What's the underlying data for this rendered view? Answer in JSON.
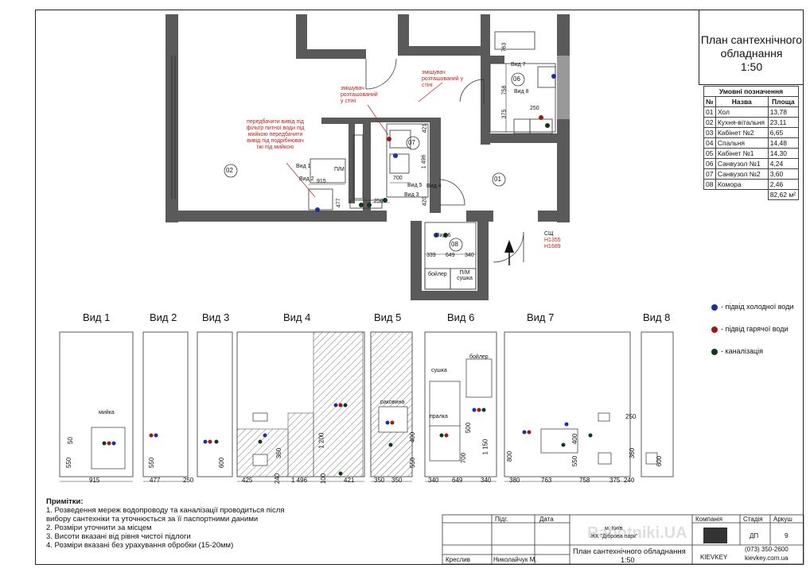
{
  "sheet": {
    "title_line1": "План сантехнічного",
    "title_line2": "обладнання",
    "scale": "1:50"
  },
  "legend_table": {
    "caption": "Умовні позначення",
    "headers": [
      "№",
      "Назва",
      "Площа"
    ],
    "rows": [
      [
        "01",
        "Хол",
        "13,78"
      ],
      [
        "02",
        "Кухня-вітальня",
        "23,11"
      ],
      [
        "03",
        "Кабінет №2",
        "6,65"
      ],
      [
        "04",
        "Спальня",
        "14,48"
      ],
      [
        "05",
        "Кабінет №1",
        "14,30"
      ],
      [
        "06",
        "Санвузол №1",
        "4,24"
      ],
      [
        "07",
        "Санвузол №2",
        "3,60"
      ],
      [
        "08",
        "Комора",
        "2,46"
      ]
    ],
    "total": "82,62 м²"
  },
  "symbols": [
    {
      "label": "- підвід холодної води",
      "color": "#1c2fa8"
    },
    {
      "label": "- підвід гарячої води",
      "color": "#9b1a14"
    },
    {
      "label": "- каналізація",
      "color": "#0f3a1a"
    }
  ],
  "plan": {
    "rooms": [
      "01",
      "02",
      "06",
      "07",
      "08"
    ],
    "notes_red": {
      "note1": "передбачити вивід під фільтр питної води під мийкою передбачити вивід під подрібнювач їжі під мийкою",
      "note2": "змішувач розташований у стіні",
      "note3": "змішувач розташований у стіні"
    },
    "view_marks": [
      "Вид 1",
      "Вид 2",
      "Вид 3",
      "Вид 4",
      "Вид 5",
      "Вид 6",
      "Вид 7",
      "Вид 8"
    ],
    "dims": [
      "915",
      "477",
      "700",
      "250",
      "1 496",
      "421",
      "420",
      "339",
      "649",
      "340",
      "763",
      "758",
      "375",
      "250"
    ],
    "labels": {
      "pm": "П/М",
      "boiler": "бойлер",
      "pm_dryer": "П/М сушка",
      "shaft": "СЩ",
      "h1": "Н1355",
      "h2": "Н1689"
    }
  },
  "views": [
    {
      "title": "Вид 1",
      "dims": [
        "915",
        "550",
        "50"
      ],
      "labels": [
        "мийка"
      ]
    },
    {
      "title": "Вид 2",
      "dims": [
        "477",
        "550"
      ],
      "labels": []
    },
    {
      "title": "Вид 3",
      "dims": [
        "250",
        "600"
      ],
      "labels": []
    },
    {
      "title": "Вид 4",
      "dims": [
        "425",
        "240",
        "1 496",
        "100",
        "421",
        "360",
        "1 200"
      ],
      "labels": []
    },
    {
      "title": "Вид 5",
      "dims": [
        "350",
        "350",
        "550",
        "400"
      ],
      "labels": [
        "раковина"
      ]
    },
    {
      "title": "Вид 6",
      "dims": [
        "340",
        "649",
        "340",
        "700",
        "1 150",
        "500"
      ],
      "labels": [
        "бойлер",
        "сушка",
        "пралка"
      ]
    },
    {
      "title": "Вид 7",
      "dims": [
        "380",
        "763",
        "758",
        "375",
        "800",
        "550",
        "400",
        "250"
      ],
      "labels": []
    },
    {
      "title": "Вид 8",
      "dims": [
        "240",
        "360",
        "600"
      ],
      "labels": []
    }
  ],
  "notes": {
    "heading": "Примітки:",
    "items": [
      "1. Розведення мереж водопроводу та каналізації проводиться після вибору сантехніки та уточнюється за її паспортними даними",
      "2. Розміри уточнити за місцем",
      "3. Висоти вказані від рівня чистої підлоги",
      "4. Розміри вказані без урахування обробки (15-20мм)"
    ]
  },
  "stamp": {
    "pidh": "Підг.",
    "data": "Дата",
    "city": "м. Київ",
    "complex": "ЖК \"Діброва парк\"",
    "kreslyv": "Креслив",
    "author": "Николайчук М.",
    "sheet_title": "План сантехнічного обладнання",
    "scale": "1:50",
    "company": "Компанія",
    "stage": "Стадія",
    "sheet": "Аркуш",
    "stage_val": "ДП",
    "sheet_val": "9",
    "brand": "KIEVKEY",
    "phone": "(073) 350-2600",
    "site": "kievkey.com.ua",
    "watermark": "Rabotniki.UA"
  }
}
